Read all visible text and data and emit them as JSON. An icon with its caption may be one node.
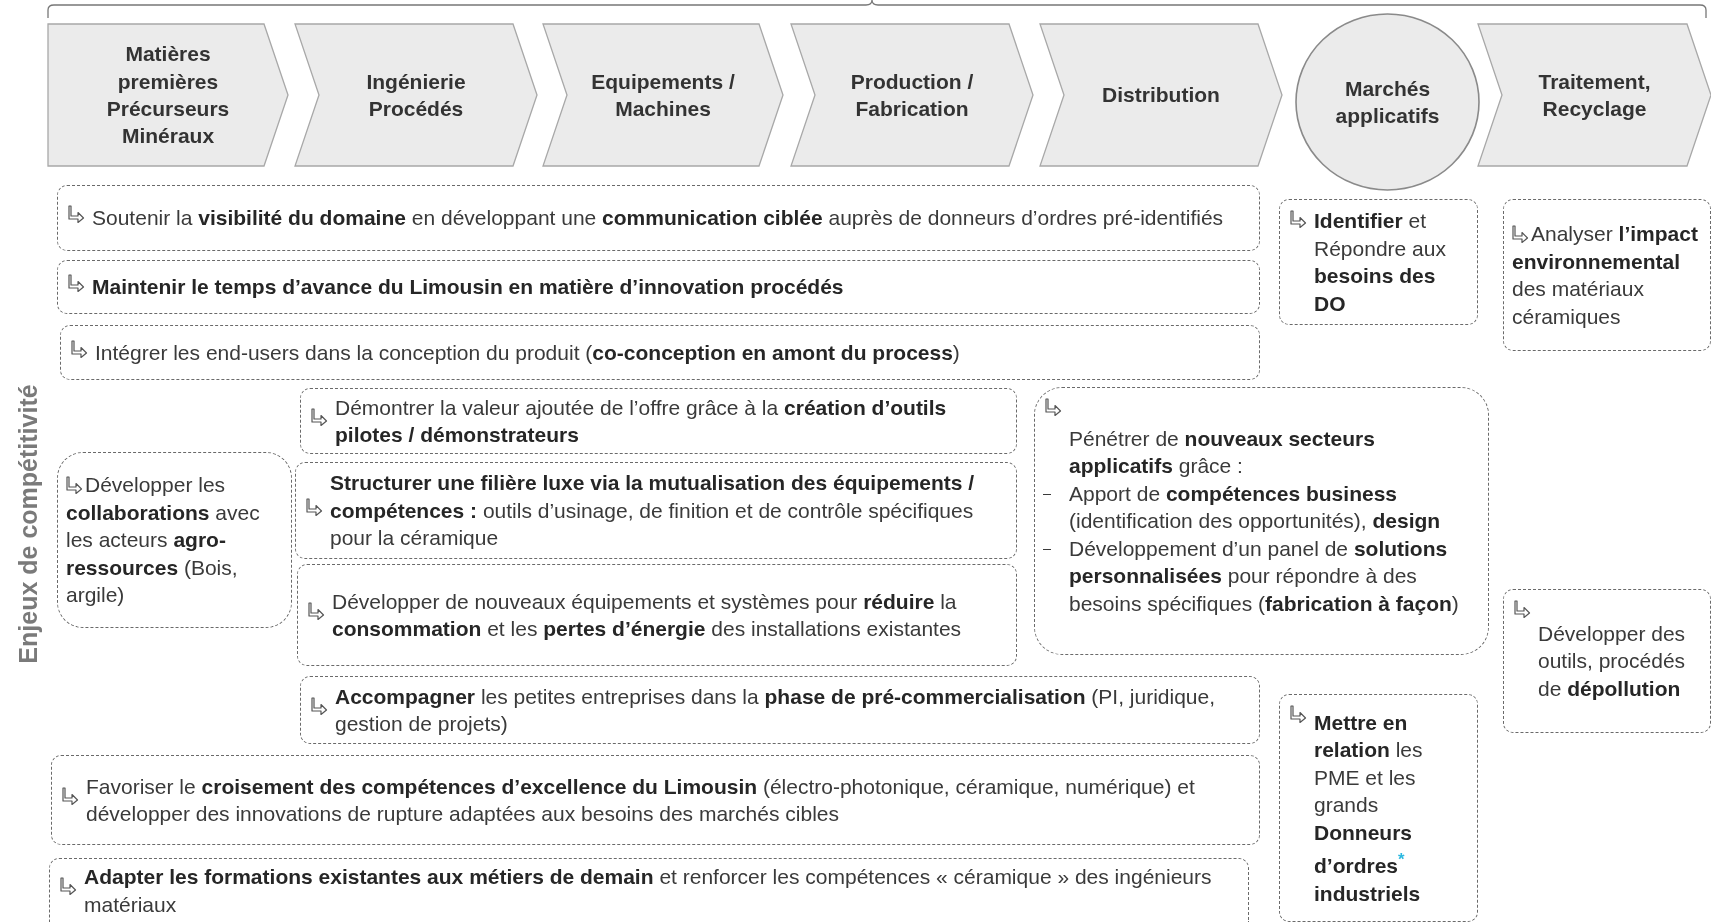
{
  "diagram": {
    "nodes": [
      {
        "text": [
          "Matières premières Précurseurs Minéraux"
        ]
      },
      {
        "text": [
          "Ingénierie Procédés"
        ]
      },
      {
        "text": [
          "Equipements / Machines"
        ]
      },
      {
        "text": [
          "Production / Fabrication"
        ]
      },
      {
        "text": [
          "Distribution"
        ]
      },
      {
        "text": [
          "Marchés applicatifs"
        ]
      },
      {
        "text": [
          "Traitement, Recyclage"
        ]
      },
      {
        "text": [
          "Soutenir la **visibilité du domaine** en développant une **communication ciblée** auprès de donneurs d’ordres pré-identifiés"
        ]
      },
      {
        "text": [
          "**Identifier** et Répondre aux **besoins des DO**"
        ]
      },
      {
        "text": [
          "Analyser **l’impact environnemental** des matériaux céramiques"
        ]
      },
      {
        "text": [
          "Maintenir le temps d’avance du Limousin en matière d’innovation procédés"
        ]
      },
      {
        "text": [
          "Intégrer les end-users dans la conception du produit (**co-conception en amont du process**)"
        ]
      },
      {
        "text": [
          "Démontrer la valeur ajoutée de l’offre grâce à la **création d’outils pilotes / démonstrateurs**"
        ]
      },
      {
        "text": [
          "Pénétrer de **nouveaux secteurs applicatifs** grâce :",
          "Apport de **compétences business** (identification des opportunités), **design**",
          "Développement d’un panel de **solutions personnalisées** pour répondre à des besoins spécifiques (**fabrication à façon**)"
        ]
      },
      {
        "text": [
          "Développer les **collaborations** avec les acteurs **agro-ressources** (Bois, argile)"
        ]
      },
      {
        "text": [
          "**Structurer une filière luxe via la mutualisation des équipements / compétences :** outils d’usinage, de finition et de contrôle spécifiques pour la céramique"
        ]
      },
      {
        "text": [
          "Développer de nouveaux équipements et systèmes pour **réduire** la **consommation** et les **pertes d’énergie** des installations existantes"
        ]
      },
      {
        "text": [
          "Développer des outils, procédés de **dépollution**"
        ]
      },
      {
        "text": [
          "**Accompagner** les petites entreprises dans la **phase de pré-commercialisation** (PI, juridique, gestion de projets)"
        ]
      },
      {
        "text": [
          "**Mettre en relation** les PME et les grands **Donneurs d’ordres**$^{*}$ **industriels**"
        ]
      },
      {
        "text": [
          "Favoriser le **croisement des compétences d’excellence du Limousin** (électro-photonique, céramique, numérique) et développer des innovations de rupture adaptées aux besoins des marchés cibles"
        ]
      },
      {
        "text": [
          "**Adapter les formations existantes aux métiers de demain** et renforcer les compétences « céramique » des ingénieurs matériaux"
        ]
      }
    ],
    "labels": [
      "Enjeux de compétitivité"
    ]
  }
}
